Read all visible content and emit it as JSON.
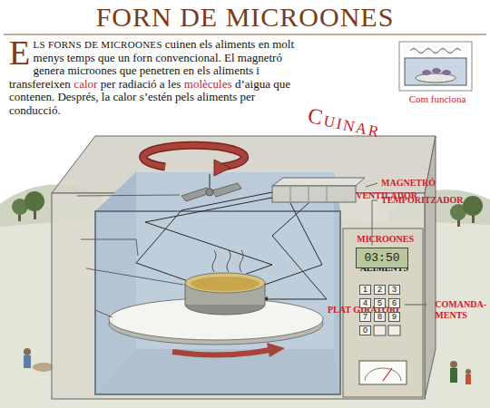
{
  "diagram": {
    "title": "FORN DE MICROONES",
    "nodes": [
      {
        "text": [
          "03:50"
        ]
      },
      {
        "text": [
          "1"
        ]
      },
      {
        "text": [
          "2"
        ]
      },
      {
        "text": [
          "3"
        ]
      },
      {
        "text": [
          "4"
        ]
      },
      {
        "text": [
          "5"
        ]
      },
      {
        "text": [
          "6"
        ]
      },
      {
        "text": [
          "7"
        ]
      },
      {
        "text": [
          "8"
        ]
      },
      {
        "text": [
          "9"
        ]
      },
      {
        "text": [
          "0"
        ]
      }
    ],
    "labels": [
      "ELS FORNS DE MICROONES",
      "cuinen els aliments en molt menys temps que un forn convencional. El magnetró genera microones que penetren en els aliments i transfereixen",
      "calor",
      "per radiació a les",
      "molècules",
      "d’aigua que contenen. Després, la calor s’estén pels aliments per conducció.",
      "Com funciona",
      "CUINAR",
      "VENTILADOR",
      "MAGNETRÓ",
      "TEMPORITZADOR",
      "MICROONES",
      "ALIMENTS",
      "PLAT GIRATORI",
      "COMANDA- MENTS"
    ]
  }
}
